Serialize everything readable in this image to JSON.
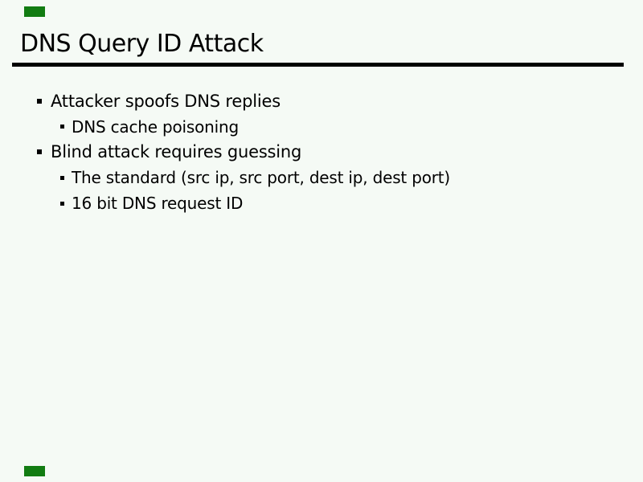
{
  "slide": {
    "title": "DNS Query ID Attack",
    "bullets": [
      {
        "level": 1,
        "text": "Attacker spoofs DNS replies"
      },
      {
        "level": 2,
        "text": "DNS cache poisoning"
      },
      {
        "level": 1,
        "text": "Blind attack requires guessing"
      },
      {
        "level": 2,
        "text": "The standard (src ip, src port, dest ip, dest port)"
      },
      {
        "level": 2,
        "text": "16 bit DNS request ID"
      }
    ],
    "colors": {
      "background": "#f5faf5",
      "text": "#000000",
      "rule": "#000000",
      "corner_marker_green": "#127c12"
    },
    "icons": {
      "bullet_level1": "black-square-bullet",
      "bullet_level2": "black-square-bullet-small"
    }
  }
}
